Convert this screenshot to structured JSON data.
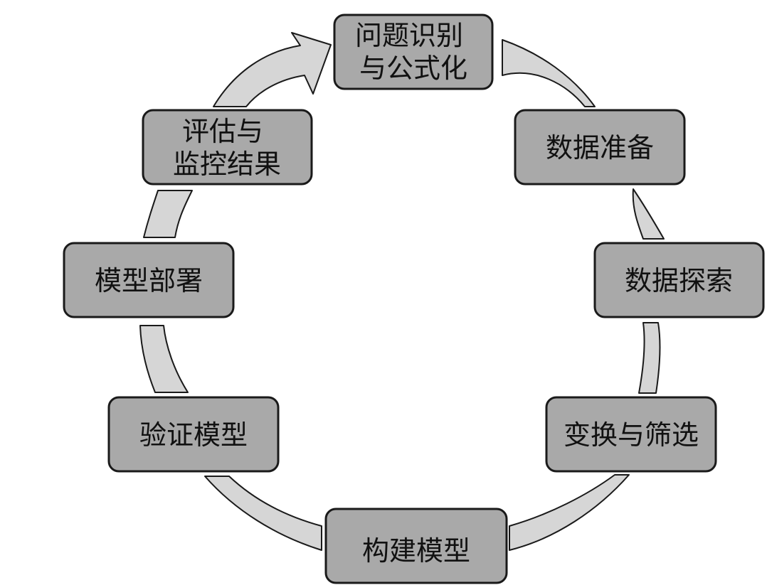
{
  "diagram": {
    "type": "cycle",
    "colors": {
      "box_fill": "#a9a9a9",
      "box_stroke": "#1a1a1a",
      "connector_fill": "#d6d6d6",
      "text": "#111111"
    },
    "nodes": [
      {
        "id": "problem",
        "lines": [
          "问题识别",
          "与公式化"
        ]
      },
      {
        "id": "prep",
        "lines": [
          "数据准备"
        ]
      },
      {
        "id": "explore",
        "lines": [
          "数据探索"
        ]
      },
      {
        "id": "transform",
        "lines": [
          "变换与筛选"
        ]
      },
      {
        "id": "build",
        "lines": [
          "构建模型"
        ]
      },
      {
        "id": "validate",
        "lines": [
          "验证模型"
        ]
      },
      {
        "id": "deploy",
        "lines": [
          "模型部署"
        ]
      },
      {
        "id": "evaluate",
        "lines": [
          "评估与",
          "监控结果"
        ]
      }
    ],
    "edges": [
      {
        "from": "problem",
        "to": "prep",
        "arrow": false
      },
      {
        "from": "prep",
        "to": "explore",
        "arrow": false
      },
      {
        "from": "explore",
        "to": "transform",
        "arrow": false
      },
      {
        "from": "transform",
        "to": "build",
        "arrow": false
      },
      {
        "from": "build",
        "to": "validate",
        "arrow": false
      },
      {
        "from": "validate",
        "to": "deploy",
        "arrow": false
      },
      {
        "from": "deploy",
        "to": "evaluate",
        "arrow": false
      },
      {
        "from": "evaluate",
        "to": "problem",
        "arrow": true
      }
    ]
  }
}
